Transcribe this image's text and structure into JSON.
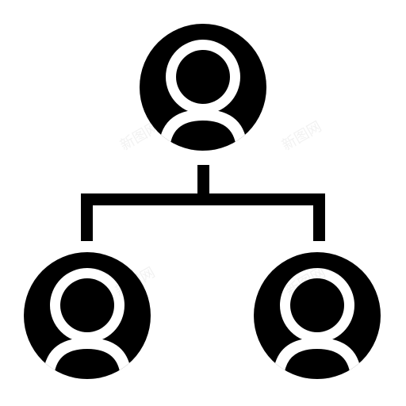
{
  "icon": {
    "name": "org-chart-icon",
    "color": "#000000",
    "background": "#ffffff",
    "nodes": [
      {
        "role": "top",
        "icon": "user-icon"
      },
      {
        "role": "bottom-left",
        "icon": "user-icon"
      },
      {
        "role": "bottom-right",
        "icon": "user-icon"
      }
    ]
  },
  "watermark": {
    "text": "新图网"
  }
}
